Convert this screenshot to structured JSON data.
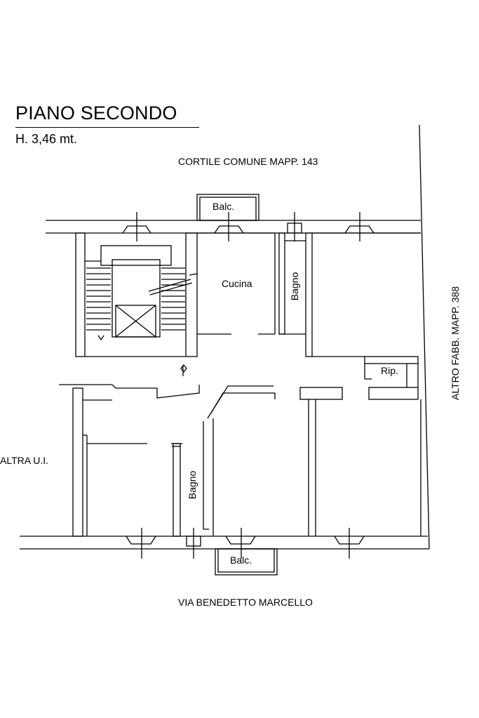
{
  "plan": {
    "title": "PIANO SECONDO",
    "height_label": "H. 3,46 mt.",
    "north_label": "CORTILE COMUNE MAPP. 143",
    "south_label": "VIA BENEDETTO MARCELLO",
    "east_label": "ALTRO FABB. MAPP. 388",
    "west_label": "ALTRA U.I."
  },
  "rooms": {
    "balcony_top": "Balc.",
    "kitchen": "Cucina",
    "bath_top": "Bagno",
    "storage": "Rip.",
    "bath_bottom": "Bagno",
    "balcony_bottom": "Balc."
  },
  "colors": {
    "line": "#000000",
    "background": "#ffffff"
  }
}
